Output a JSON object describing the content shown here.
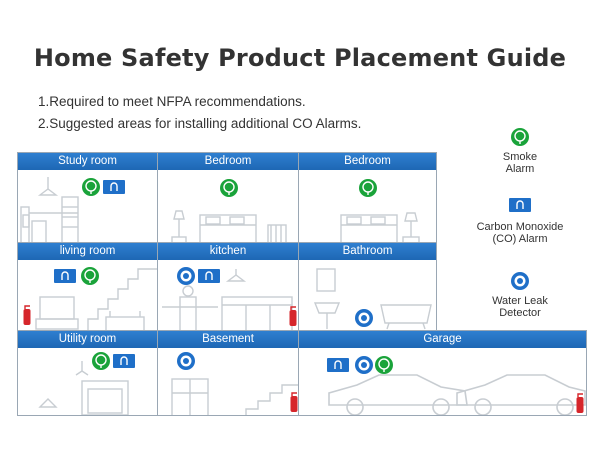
{
  "title": "Home Safety Product Placement Guide",
  "notes": [
    "1.Required to meet NFPA recommendations.",
    "2.Suggested areas for installing additional CO Alarms."
  ],
  "rooms": {
    "study": "Study room",
    "bedroom1": "Bedroom",
    "bedroom2": "Bedroom",
    "living": "living room",
    "kitchen": "kitchen",
    "bathroom": "Bathroom",
    "utility": "Utility room",
    "basement": "Basement",
    "garage": "Garage"
  },
  "legend": {
    "smoke": "Smoke\nAlarm",
    "co": "Carbon Monoxide\n(CO) Alarm",
    "water": "Water Leak\nDetector"
  },
  "colors": {
    "header": "#1e67b4",
    "smoke": "#1aa33a",
    "co": "#1f6fc8",
    "water": "#1f6fc8",
    "extinguisher": "#d6262b",
    "furniture": "#c8cdd2"
  }
}
